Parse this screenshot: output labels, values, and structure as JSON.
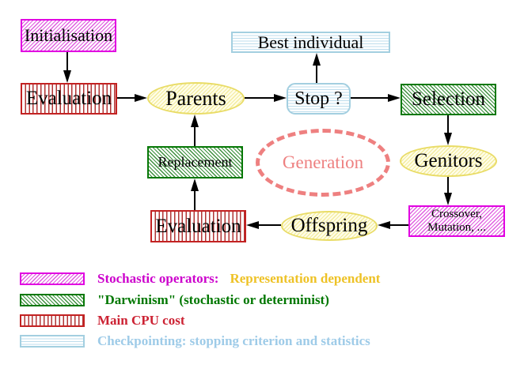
{
  "nodes": {
    "initialisation": {
      "label": "Initialisation"
    },
    "evaluation_top": {
      "label": "Evaluation"
    },
    "parents": {
      "label": "Parents"
    },
    "best_individual": {
      "label": "Best individual"
    },
    "stop": {
      "label": "Stop ?"
    },
    "selection": {
      "label": "Selection"
    },
    "genitors": {
      "label": "Genitors"
    },
    "crossover_mutation": {
      "line1": "Crossover,",
      "line2": "Mutation, ..."
    },
    "offspring": {
      "label": "Offspring"
    },
    "evaluation_bottom": {
      "label": "Evaluation"
    },
    "replacement": {
      "label": "Replacement"
    },
    "generation": {
      "label": "Generation"
    }
  },
  "legend": {
    "items": [
      {
        "swatch": "magenta-diagonal-hatch",
        "label": "Stochastic operators:",
        "label_color": "#cc00cc",
        "label_suffix": "Representation dependent",
        "suffix_color": "#eec226"
      },
      {
        "swatch": "green-diagonal-hatch",
        "label": "\"Darwinism\" (stochastic or determinist)",
        "label_color": "#007700"
      },
      {
        "swatch": "red-vertical-stripes",
        "label": "Main CPU cost",
        "label_color": "#cc2233"
      },
      {
        "swatch": "cyan-horizontal-stripes",
        "label": "Checkpointing: stopping criterion and statistics",
        "label_color": "#9ecbe8"
      }
    ]
  },
  "colors": {
    "magenta": "#e100e1",
    "green": "#067806",
    "red": "#c32222",
    "cyan": "#a3cfe0",
    "yellow": "#e9dc66",
    "salmon": "#ee8080",
    "arrow": "#000000",
    "background": "#ffffff"
  }
}
